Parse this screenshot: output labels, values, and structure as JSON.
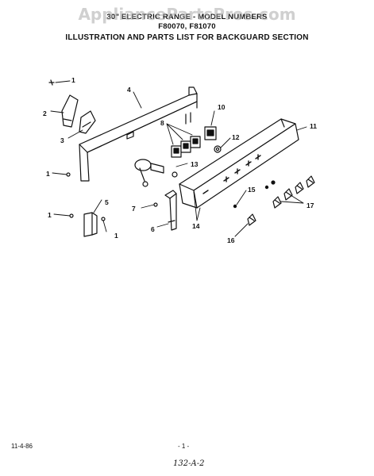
{
  "header": {
    "line1": "30\" ELECTRIC RANGE - MODEL NUMBERS",
    "line2": "F80070, F81070",
    "line3": "ILLUSTRATION AND PARTS LIST FOR BACKGUARD SECTION"
  },
  "watermark": "AppliancePartsPros.com",
  "callouts": [
    "1",
    "2",
    "3",
    "4",
    "5",
    "6",
    "7",
    "8",
    "10",
    "11",
    "12",
    "13",
    "14",
    "15",
    "16",
    "17",
    "1",
    "1",
    "1"
  ],
  "footer": {
    "date": "11-4-86",
    "page": "- 1 -",
    "code": "132-A-2"
  },
  "colors": {
    "ink": "#111111",
    "background": "#ffffff",
    "watermark": "#aaaaaa"
  }
}
